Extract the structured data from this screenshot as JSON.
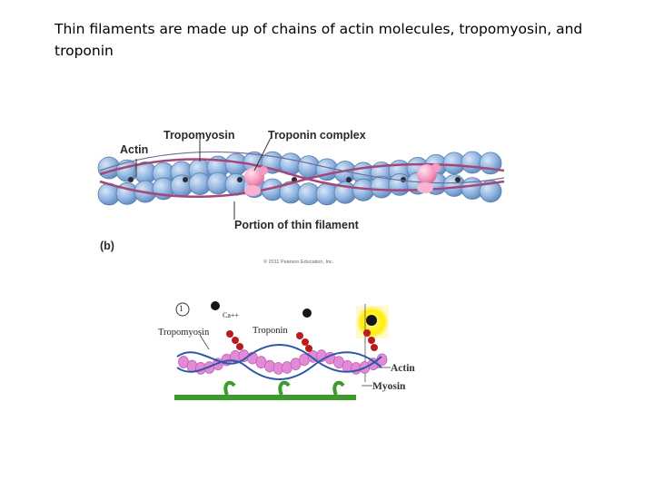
{
  "title": "Thin filaments are made up of chains of actin molecules, tropomyosin, and troponin",
  "figure_b": {
    "label_actin": "Actin",
    "label_tropomyosin": "Tropomyosin",
    "label_troponin_complex": "Troponin complex",
    "caption": "Portion of thin filament",
    "panel": "(b)",
    "copyright": "© 2011 Pearson Education, Inc."
  },
  "figure_detail": {
    "step_number": "1",
    "label_ca": "Ca++",
    "label_tropomyosin": "Tropomyosin",
    "label_troponin": "Troponin",
    "label_actin": "Actin",
    "label_myosin": "Myosin"
  },
  "colors": {
    "actin_bead": "#8fb3df",
    "tropomyosin": "#a3487a",
    "troponin": "#f59bc0",
    "detail_actin": "#e28ad8",
    "detail_troponin": "#b81c1c",
    "myosin": "#3c9b2a",
    "calcium_highlight": "#ffee00"
  }
}
